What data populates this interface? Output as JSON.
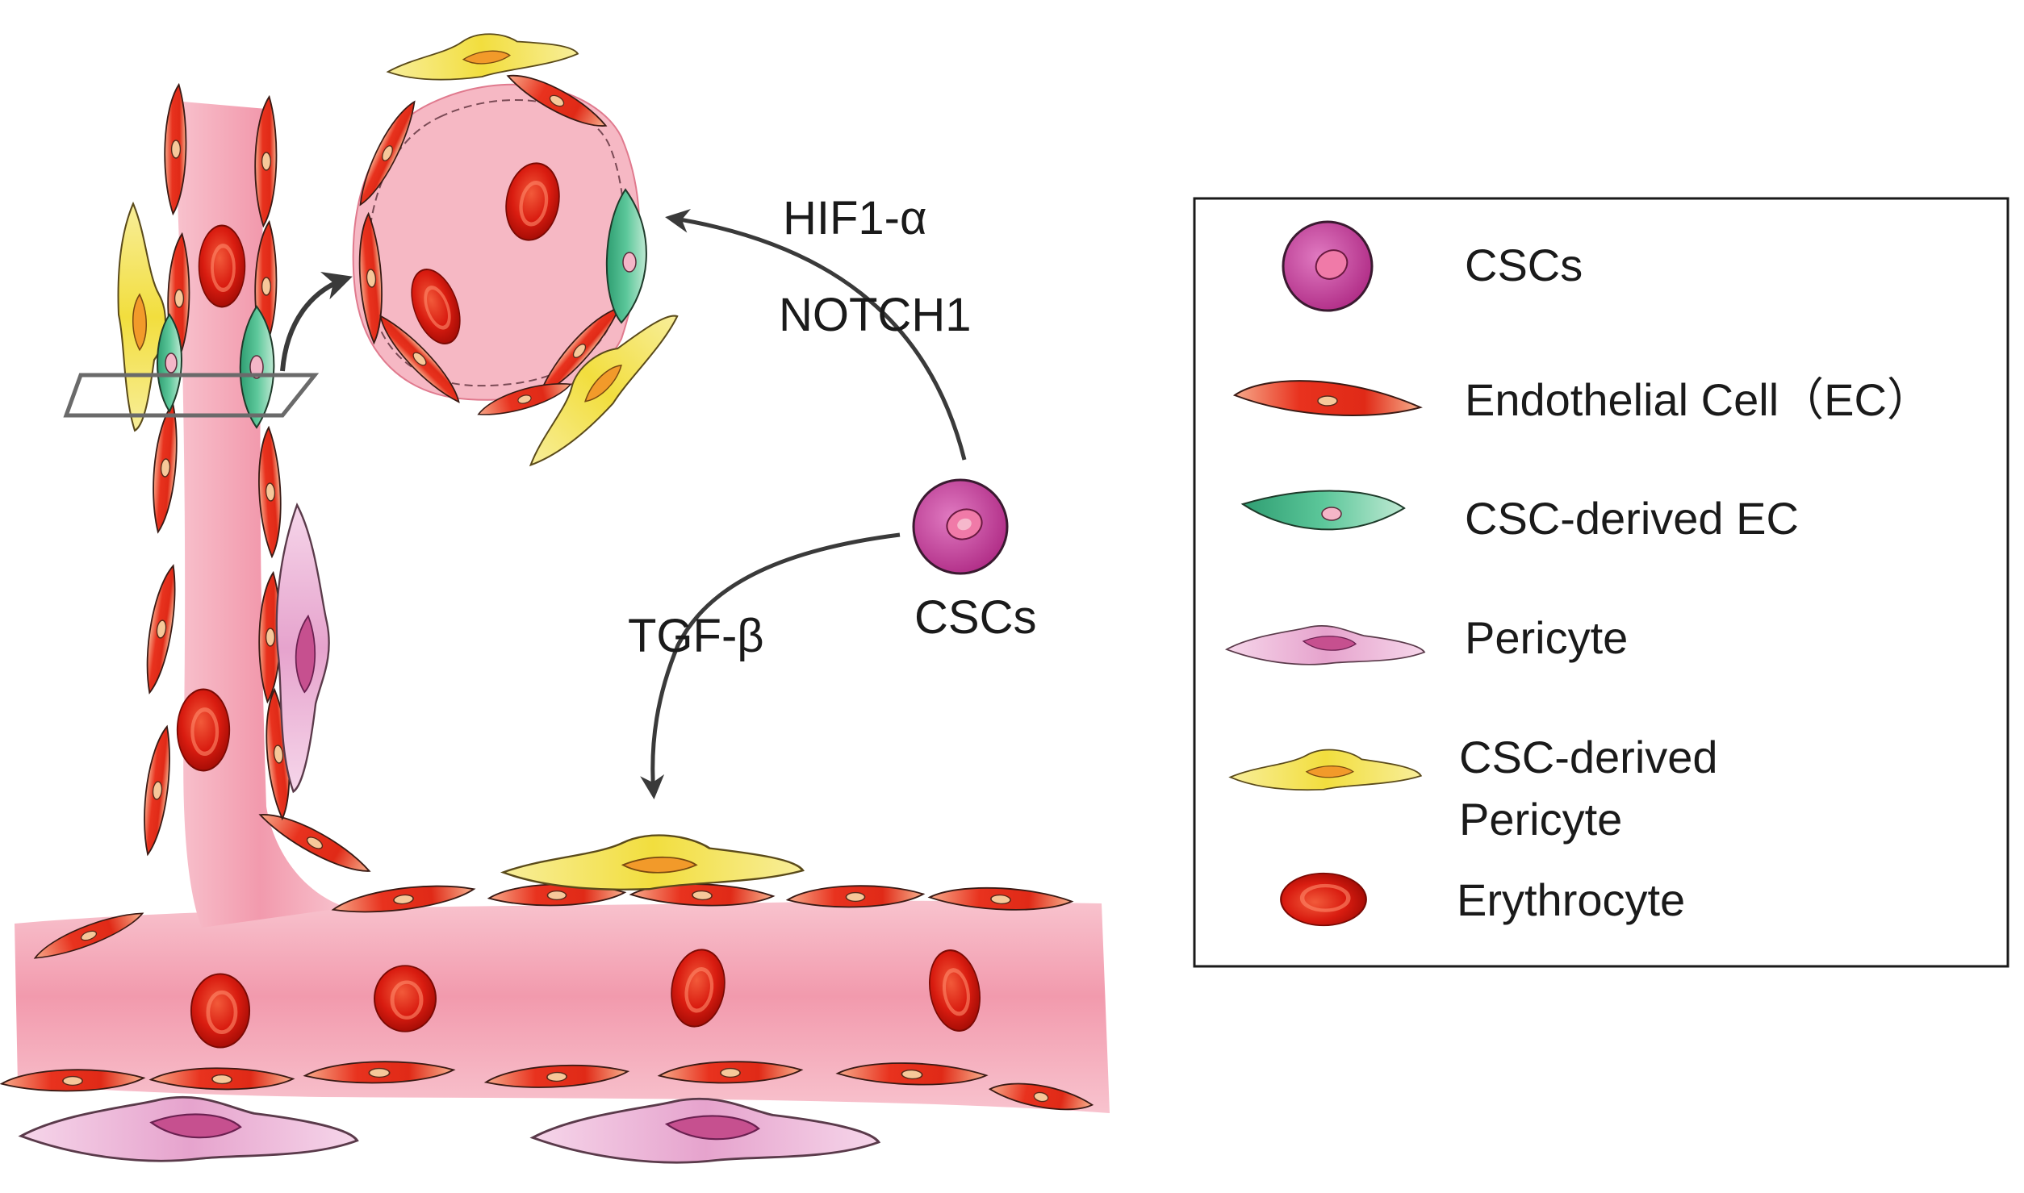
{
  "diagram": {
    "annotations": {
      "hif1a": "HIF1-α",
      "notch1": "NOTCH1",
      "tgfb": "TGF-β",
      "cscs": "CSCs"
    }
  },
  "legend": {
    "items": [
      {
        "icon": "csc-cell-icon",
        "label": "CSCs"
      },
      {
        "icon": "endothelial-cell-icon",
        "label": "Endothelial Cell（EC）"
      },
      {
        "icon": "csc-derived-ec-icon",
        "label": "CSC-derived EC"
      },
      {
        "icon": "pericyte-icon",
        "label": "Pericyte"
      },
      {
        "icon": "csc-derived-pericyte-icon",
        "label_line1": "CSC-derived",
        "label_line2": "Pericyte"
      },
      {
        "icon": "erythrocyte-icon",
        "label": "Erythrocyte"
      }
    ]
  },
  "colors": {
    "vessel": "#f6b8c4",
    "vessel_dark": "#ef9fb0",
    "endothelial": "#e8321e",
    "endothelial_light": "#f7a07a",
    "csc_derived_ec": "#49b98a",
    "pericyte": "#eab3d6",
    "csc_derived_pericyte": "#f2e25c",
    "erythrocyte": "#d91c10",
    "csc": "#c43b98",
    "arrow": "#3a3a3a"
  }
}
